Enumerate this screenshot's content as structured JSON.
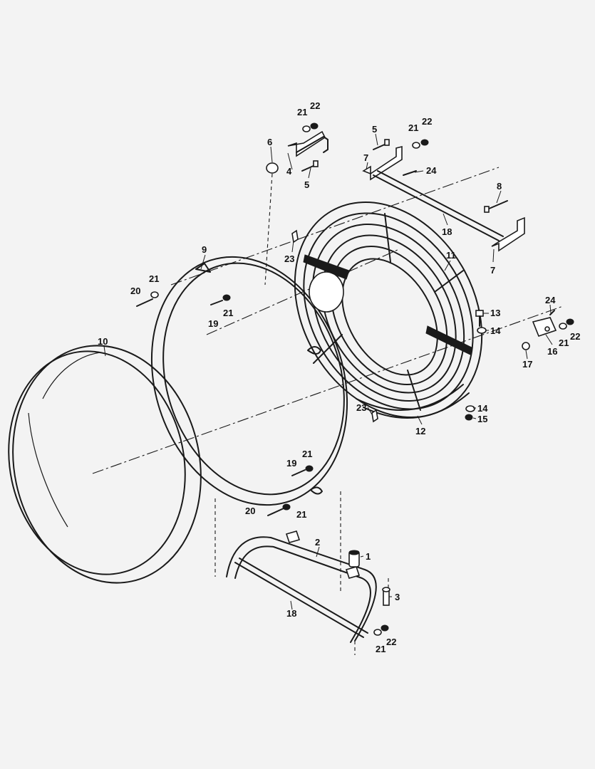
{
  "callouts": {
    "c1": "1",
    "c2": "2",
    "c3": "3",
    "c4": "4",
    "c5a": "5",
    "c5b": "5",
    "c6": "6",
    "c7a": "7",
    "c7b": "7",
    "c8": "8",
    "c9": "9",
    "c10": "10",
    "c11": "11",
    "c12": "12",
    "c13": "13",
    "c14a": "14",
    "c14b": "14",
    "c15": "15",
    "c16": "16",
    "c17": "17",
    "c18a": "18",
    "c18b": "18",
    "c19a": "19",
    "c19b": "19",
    "c20a": "20",
    "c20b": "20",
    "c21a": "21",
    "c21b": "21",
    "c21c": "21",
    "c21d": "21",
    "c21e": "21",
    "c21f": "21",
    "c21g": "21",
    "c21h": "21",
    "c22a": "22",
    "c22b": "22",
    "c22c": "22",
    "c22d": "22",
    "c23a": "23",
    "c23b": "23",
    "c24a": "24",
    "c24b": "24"
  }
}
